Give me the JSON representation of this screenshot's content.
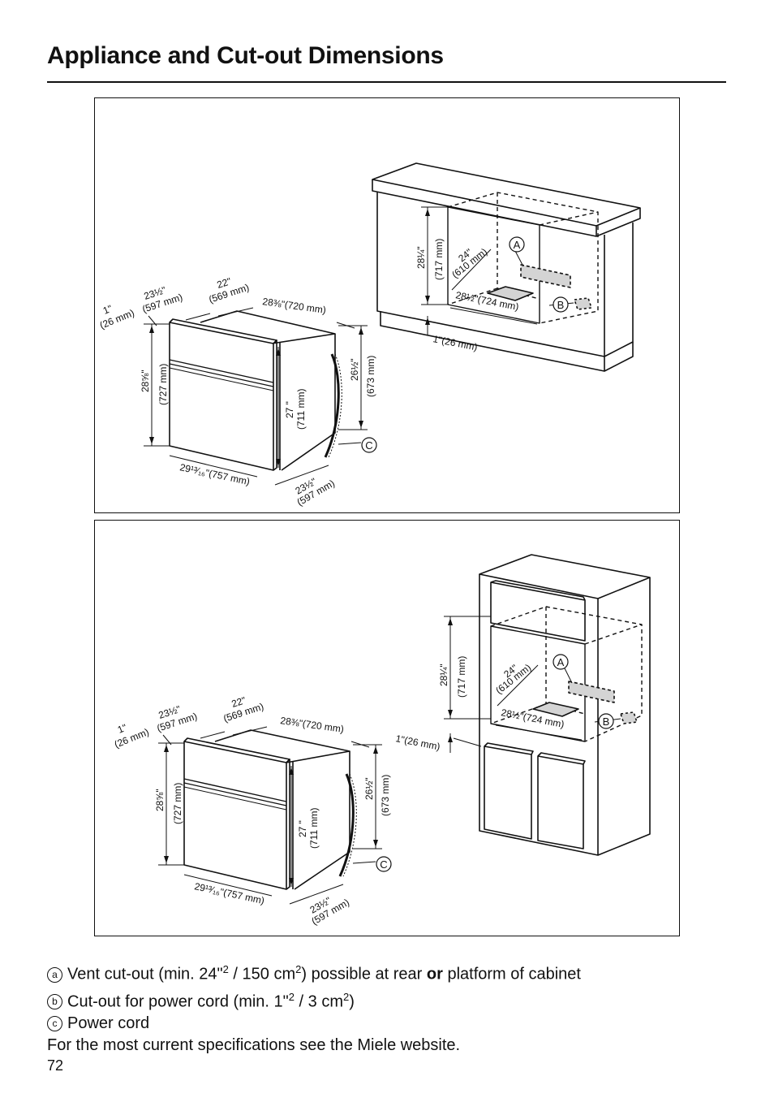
{
  "page": {
    "title": "Appliance and Cut-out Dimensions",
    "page_number": "72"
  },
  "dimensions": {
    "d_1in": "1\"",
    "d_26mm": "(26 mm)",
    "d_23half": "23½\"",
    "d_597mm": "(597 mm)",
    "d_22": "22\"",
    "d_569mm": "(569 mm)",
    "d_28_3_8": "28⅜\"(720 mm)",
    "d_28_5_8": "28⅝\"",
    "d_727mm": "(727 mm)",
    "d_27": "27 \"",
    "d_711mm": "(711 mm)",
    "d_26half": "26½\"",
    "d_673mm": "(673 mm)",
    "d_29_13_16": "29¹³⁄₁₆\"(757 mm)",
    "d_28quarter": "28¼\"",
    "d_717mm": "(717 mm)",
    "d_24": "24\"",
    "d_610mm": "(610 mm)",
    "d_28half": "28½\"(724 mm)",
    "d_1in_26": "1\"(26 mm)",
    "label_a": "A",
    "label_b": "B",
    "label_c": "C"
  },
  "legend": {
    "a_mark": "a",
    "a_text_1": "Vent cut-out (min. 24\"",
    "a_sup1": "2",
    "a_text_2": " / 150 cm",
    "a_sup2": "2",
    "a_text_3": ") possible at rear ",
    "a_bold": "or",
    "a_text_4": " platform of cabinet",
    "b_mark": "b",
    "b_text_1": "Cut-out for power cord (min. 1\"",
    "b_sup1": "2",
    "b_text_2": " / 3 cm",
    "b_sup2": "2",
    "b_text_3": ")",
    "c_mark": "c",
    "c_text": "Power cord",
    "note": "For the most current specifications see the Miele website."
  }
}
